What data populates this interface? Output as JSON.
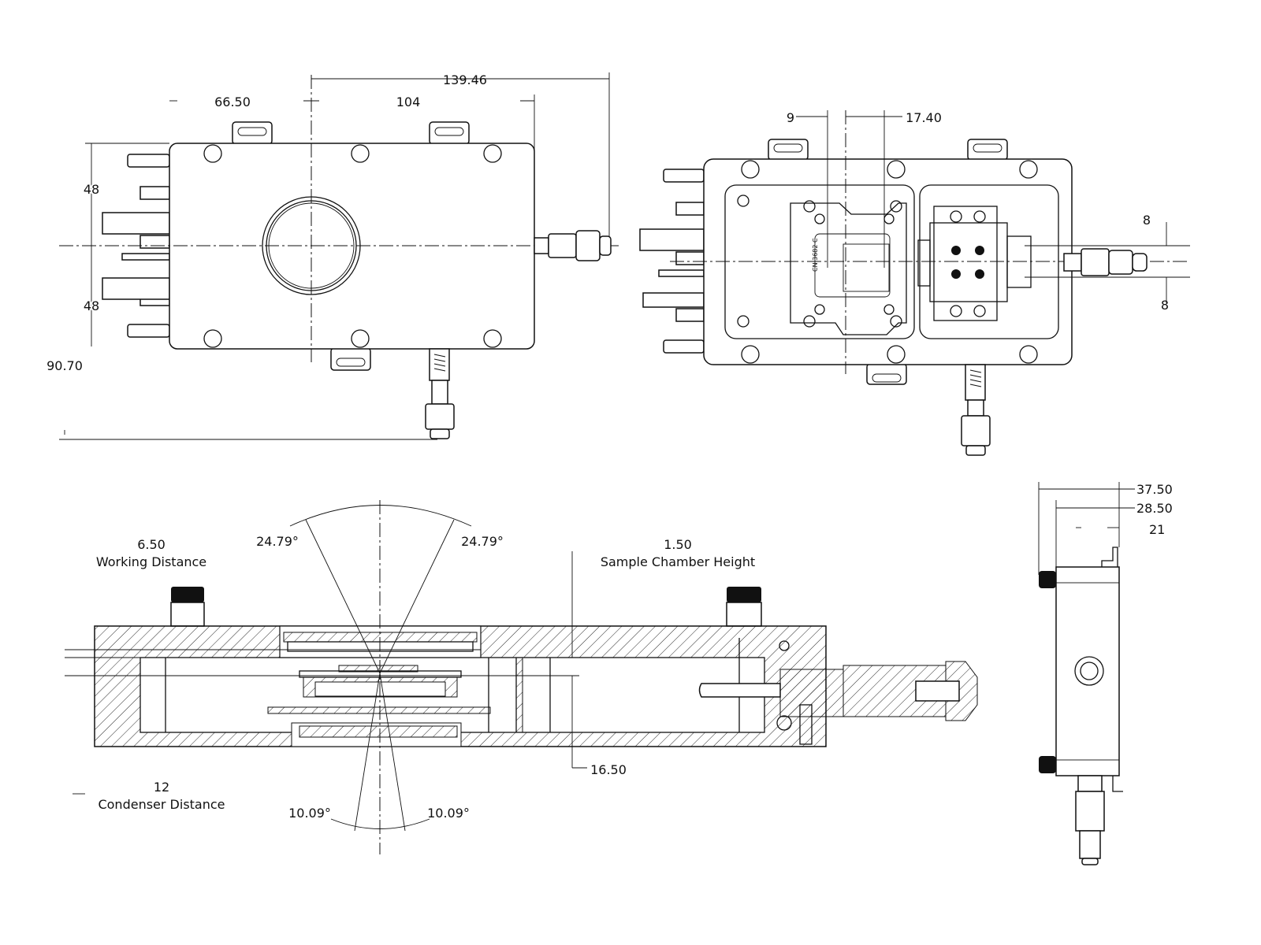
{
  "top_left_view": {
    "dim_overall": "139.46",
    "dim_left": "66.50",
    "dim_right": "104",
    "dim_upper_half": "48",
    "dim_lower_half": "48",
    "dim_height": "90.70"
  },
  "top_right_view": {
    "dim_offset_a": "9",
    "dim_offset_b": "17.40",
    "dim_upper": "8",
    "dim_lower": "8",
    "part_label": "CN 3682 C"
  },
  "section_view": {
    "angle_left_top": "24.79°",
    "angle_right_top": "24.79°",
    "working_distance_value": "6.50",
    "working_distance_label": "Working Distance",
    "chamber_height_value": "1.50",
    "chamber_height_label": "Sample Chamber Height",
    "dim_bottom": "16.50",
    "condenser_distance_value": "12",
    "condenser_distance_label": "Condenser Distance",
    "angle_left_bottom": "10.09°",
    "angle_right_bottom": "10.09°"
  },
  "side_view": {
    "dim_a": "37.50",
    "dim_b": "28.50",
    "dim_c": "21"
  }
}
